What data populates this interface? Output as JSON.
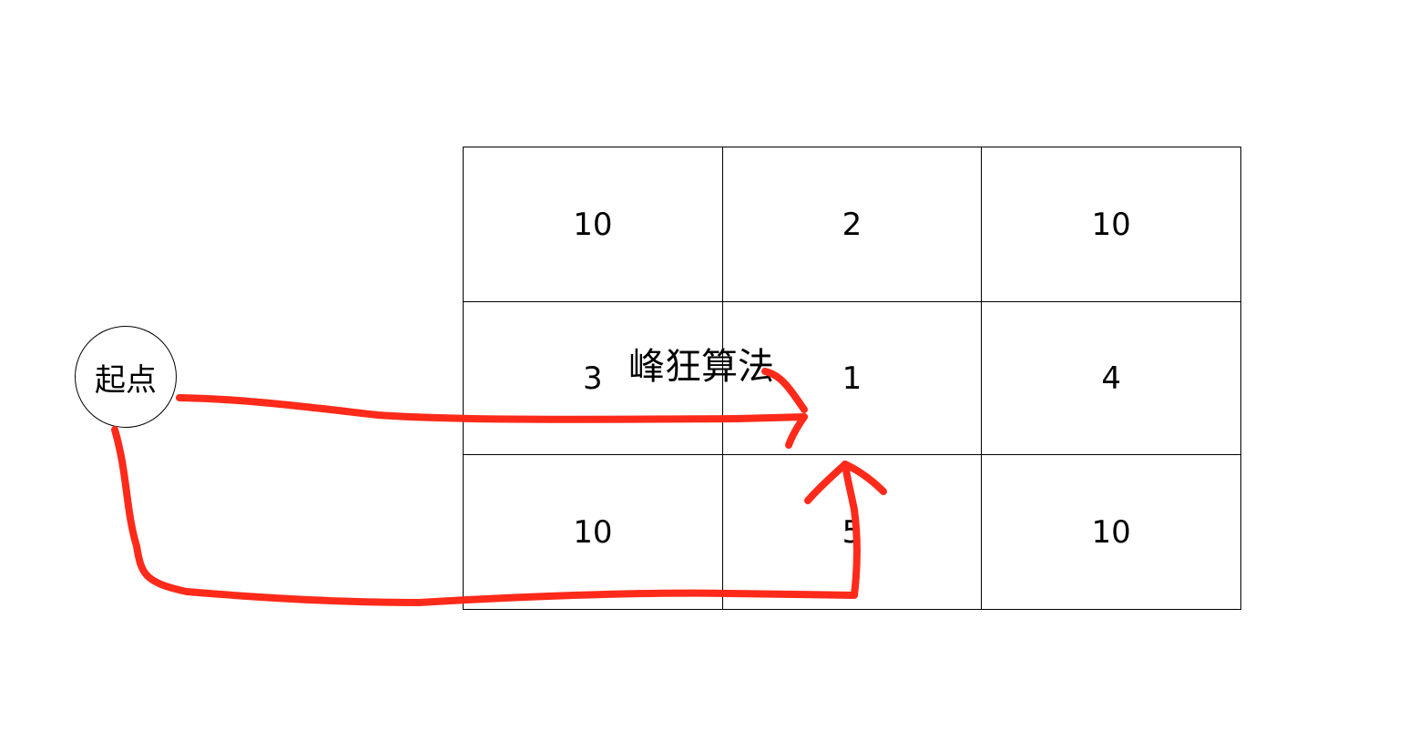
{
  "start_label": "起点",
  "watermark": "峰狂算法",
  "grid": [
    [
      "10",
      "2",
      "10"
    ],
    [
      "3",
      "1",
      "4"
    ],
    [
      "10",
      "5",
      "10"
    ]
  ],
  "path_color": "#ff2a1a"
}
